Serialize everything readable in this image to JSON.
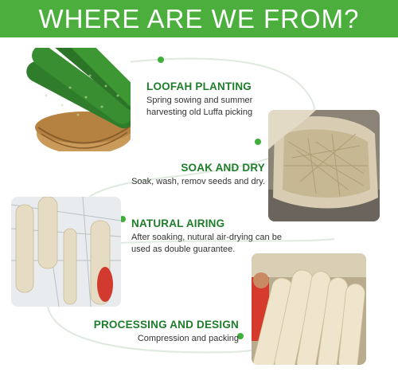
{
  "header": {
    "title": "WHERE ARE WE FROM?",
    "background_color": "#4caf3d"
  },
  "steps": [
    {
      "heading": "LOOFAH PLANTING",
      "body_lines": [
        "Spring sowing and summer",
        "harvesting old Luffa picking"
      ]
    },
    {
      "heading": "SOAK AND DRY",
      "body_lines": [
        "Soak, wash, remov seeds and dry."
      ]
    },
    {
      "heading": "NATURAL AIRING",
      "body_lines": [
        "After soaking, nutural air-drying can be",
        "used as double guarantee."
      ]
    },
    {
      "heading": "PROCESSING AND DESIGN",
      "body_lines": [
        "Compression and packing"
      ]
    }
  ],
  "colors": {
    "heading_green": "#1e7d2a",
    "timeline_dot": "#3fae3a",
    "timeline_line": "#dfe9df"
  },
  "photos": [
    {
      "subject": "cucumber-basket-photo"
    },
    {
      "subject": "dried-loofah-fiber-photo"
    },
    {
      "subject": "greenhouse-airing-photo"
    },
    {
      "subject": "processed-loofah-sponges-photo"
    }
  ]
}
